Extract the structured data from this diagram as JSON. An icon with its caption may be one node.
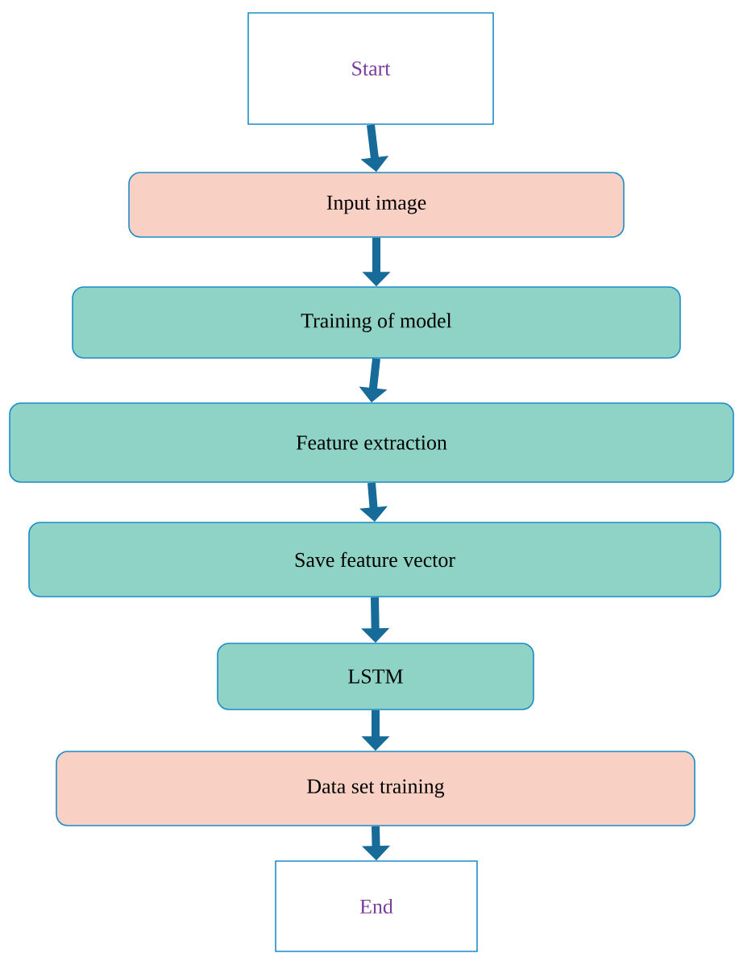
{
  "diagram": {
    "nodes": [
      {
        "text": [
          "Start"
        ]
      },
      {
        "text": [
          "Input image"
        ]
      },
      {
        "text": [
          "Training of model"
        ]
      },
      {
        "text": [
          "Feature extraction"
        ]
      },
      {
        "text": [
          "Save feature vector"
        ]
      },
      {
        "text": [
          "LSTM"
        ]
      },
      {
        "text": [
          "Data set training"
        ]
      },
      {
        "text": [
          "End"
        ]
      }
    ],
    "edges": [
      {
        "from": 0,
        "to": 1,
        "arrow": "to"
      },
      {
        "from": 1,
        "to": 2,
        "arrow": "to"
      },
      {
        "from": 2,
        "to": 3,
        "arrow": "to"
      },
      {
        "from": 3,
        "to": 4,
        "arrow": "to"
      },
      {
        "from": 4,
        "to": 5,
        "arrow": "to"
      },
      {
        "from": 5,
        "to": 6,
        "arrow": "to"
      },
      {
        "from": 6,
        "to": 7,
        "arrow": "to"
      }
    ]
  }
}
